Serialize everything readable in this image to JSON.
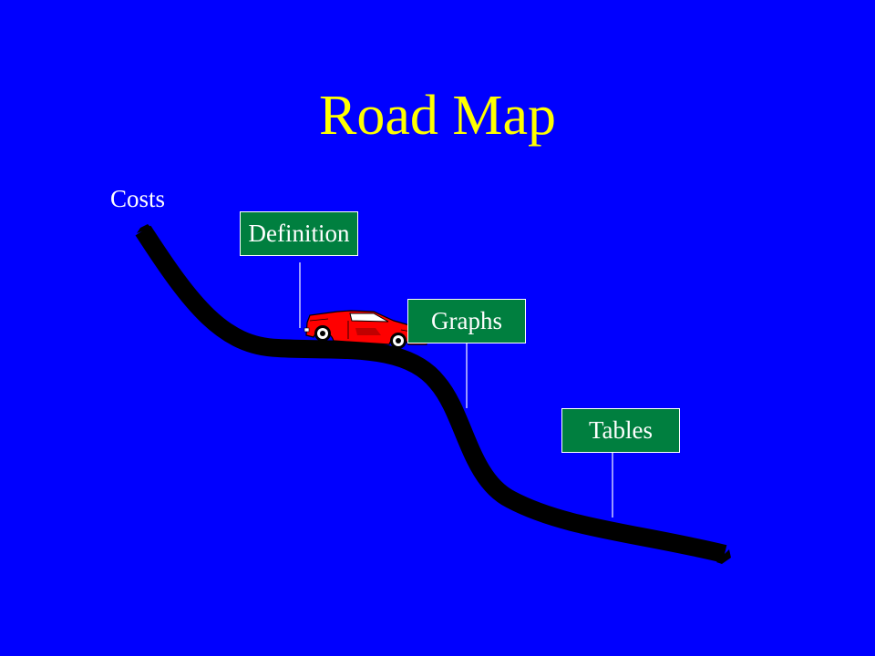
{
  "slide": {
    "title": "Road Map",
    "start_label": "Costs",
    "signs": [
      {
        "label": "Definition"
      },
      {
        "label": "Graphs"
      },
      {
        "label": "Tables"
      }
    ]
  },
  "colors": {
    "background": "#0000ff",
    "title": "#ffff00",
    "sign_fill": "#007f3f",
    "road": "#000000",
    "car": "#ff0000"
  },
  "icons": [
    "road",
    "sports-car",
    "signpost-pole"
  ]
}
